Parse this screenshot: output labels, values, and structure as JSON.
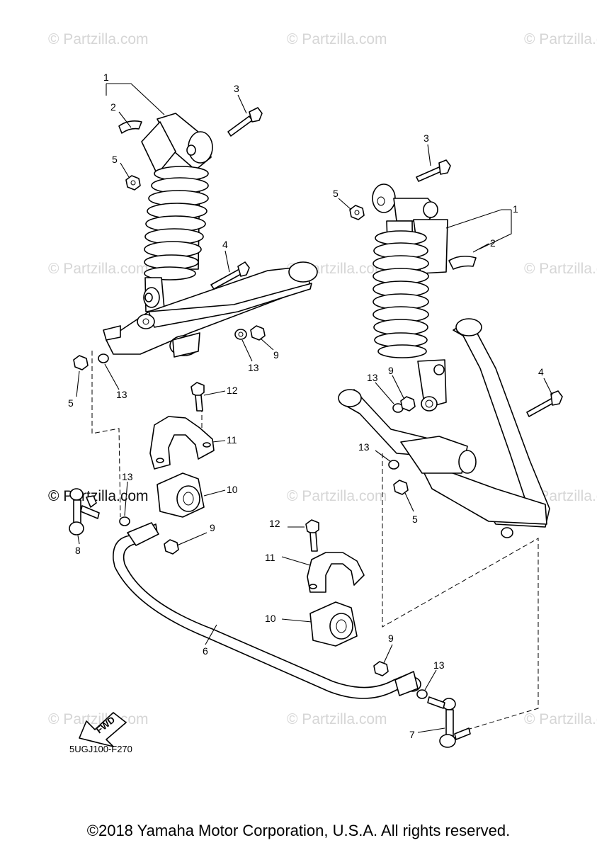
{
  "watermark": "© Partzilla.com",
  "diagram_code": "5UGJ100-F270",
  "fwd_label": "FWD",
  "copyright": "©2018 Yamaha Motor Corporation, U.S.A. All rights reserved.",
  "callouts": {
    "c1a": "1",
    "c2a": "2",
    "c3a": "3",
    "c5a": "5",
    "c4a": "4",
    "c5b": "5",
    "c13a": "13",
    "c13b": "13",
    "c9a": "9",
    "c12a": "12",
    "c11a": "11",
    "c10a": "10",
    "c13c": "13",
    "c8": "8",
    "c9b": "9",
    "c3b": "3",
    "c5c": "5",
    "c1b": "1",
    "c2b": "2",
    "c13d": "13",
    "c9c": "9",
    "c4b": "4",
    "c13e": "13",
    "c5d": "5",
    "c12b": "12",
    "c11b": "11",
    "c10b": "10",
    "c6": "6",
    "c9d": "9",
    "c13f": "13",
    "c7": "7"
  }
}
